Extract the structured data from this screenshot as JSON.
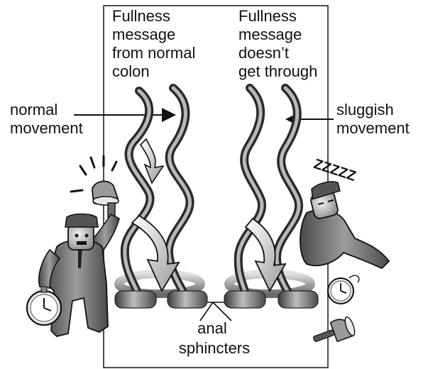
{
  "labels": {
    "left_message": [
      "Fullness",
      "message",
      "from normal",
      "colon"
    ],
    "right_message": [
      "Fullness",
      "message",
      "doesn’t",
      "get through"
    ],
    "normal_movement": [
      "normal",
      "movement"
    ],
    "sluggish_movement": [
      "sluggish",
      "movement"
    ],
    "anal_sphincters": [
      "anal",
      "sphincters"
    ],
    "sleep": "ZZZZZ"
  },
  "icons": [
    "bell-icon",
    "pocket-watch-icon",
    "alert-lines-icon",
    "down-arrow-icon",
    "sleep-zzz-icon"
  ],
  "colors": {
    "tube_dark": "#555555",
    "tube_light": "#b0b0b0",
    "figure_gray": "#7a7a7a",
    "outline": "#111111"
  }
}
